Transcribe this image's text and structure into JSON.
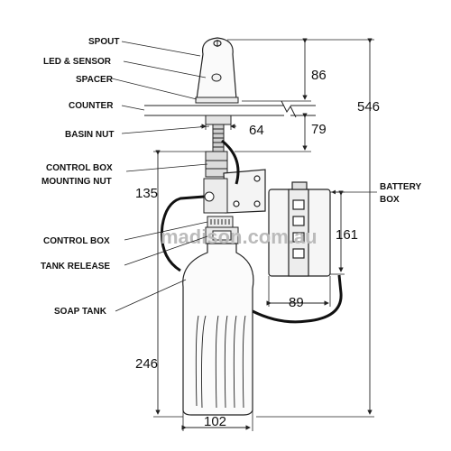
{
  "labels": {
    "spout": "SPOUT",
    "led_sensor": "LED & SENSOR",
    "spacer": "SPACER",
    "counter": "COUNTER",
    "basin_nut": "BASIN NUT",
    "control_box_mounting_nut_1": "CONTROL BOX",
    "control_box_mounting_nut_2": "MOUNTING NUT",
    "control_box": "CONTROL BOX",
    "tank_release": "TANK RELEASE",
    "soap_tank": "SOAP TANK",
    "battery_box_1": "BATTERY",
    "battery_box_2": "BOX"
  },
  "dimensions": {
    "spout_height": "86",
    "total_height": "546",
    "basin_nut_width": "64",
    "below_counter": "79",
    "control_box_offset": "135",
    "battery_box_height": "161",
    "battery_box_width": "89",
    "tank_height": "246",
    "tank_width": "102"
  },
  "watermark": "madison.com.au"
}
